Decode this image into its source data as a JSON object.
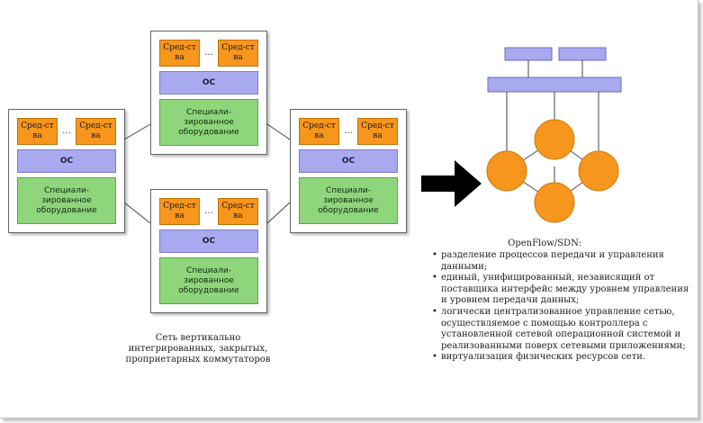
{
  "switch_labels": {
    "tool": "Сред-ства",
    "dots": "...",
    "os": "ОС",
    "hardware": "Специали-зированное оборудование"
  },
  "left_caption": "Сеть вертикально интегрированных, закрытых, проприетарных коммутаторов",
  "openflow": {
    "title": "OpenFlow/SDN:",
    "bullets": [
      "разделение процессов передачи и управления данными;",
      "единый, унифицированный, независящий от поставщика интерфейс между уровнем управления и уровнем передачи данных;",
      "логически централизованное управление сетью, осуществляемое с помощью контроллера с установленной сетевой операционной системой и реализованными поверх сетевыми приложениями;",
      "виртуализация физических ресурсов сети."
    ]
  },
  "colors": {
    "tool": "#f7961c",
    "os": "#a9a9ef",
    "hardware": "#8fd57c",
    "sdn_node": "#f7961c",
    "sdn_bar": "#a9a9ef"
  }
}
